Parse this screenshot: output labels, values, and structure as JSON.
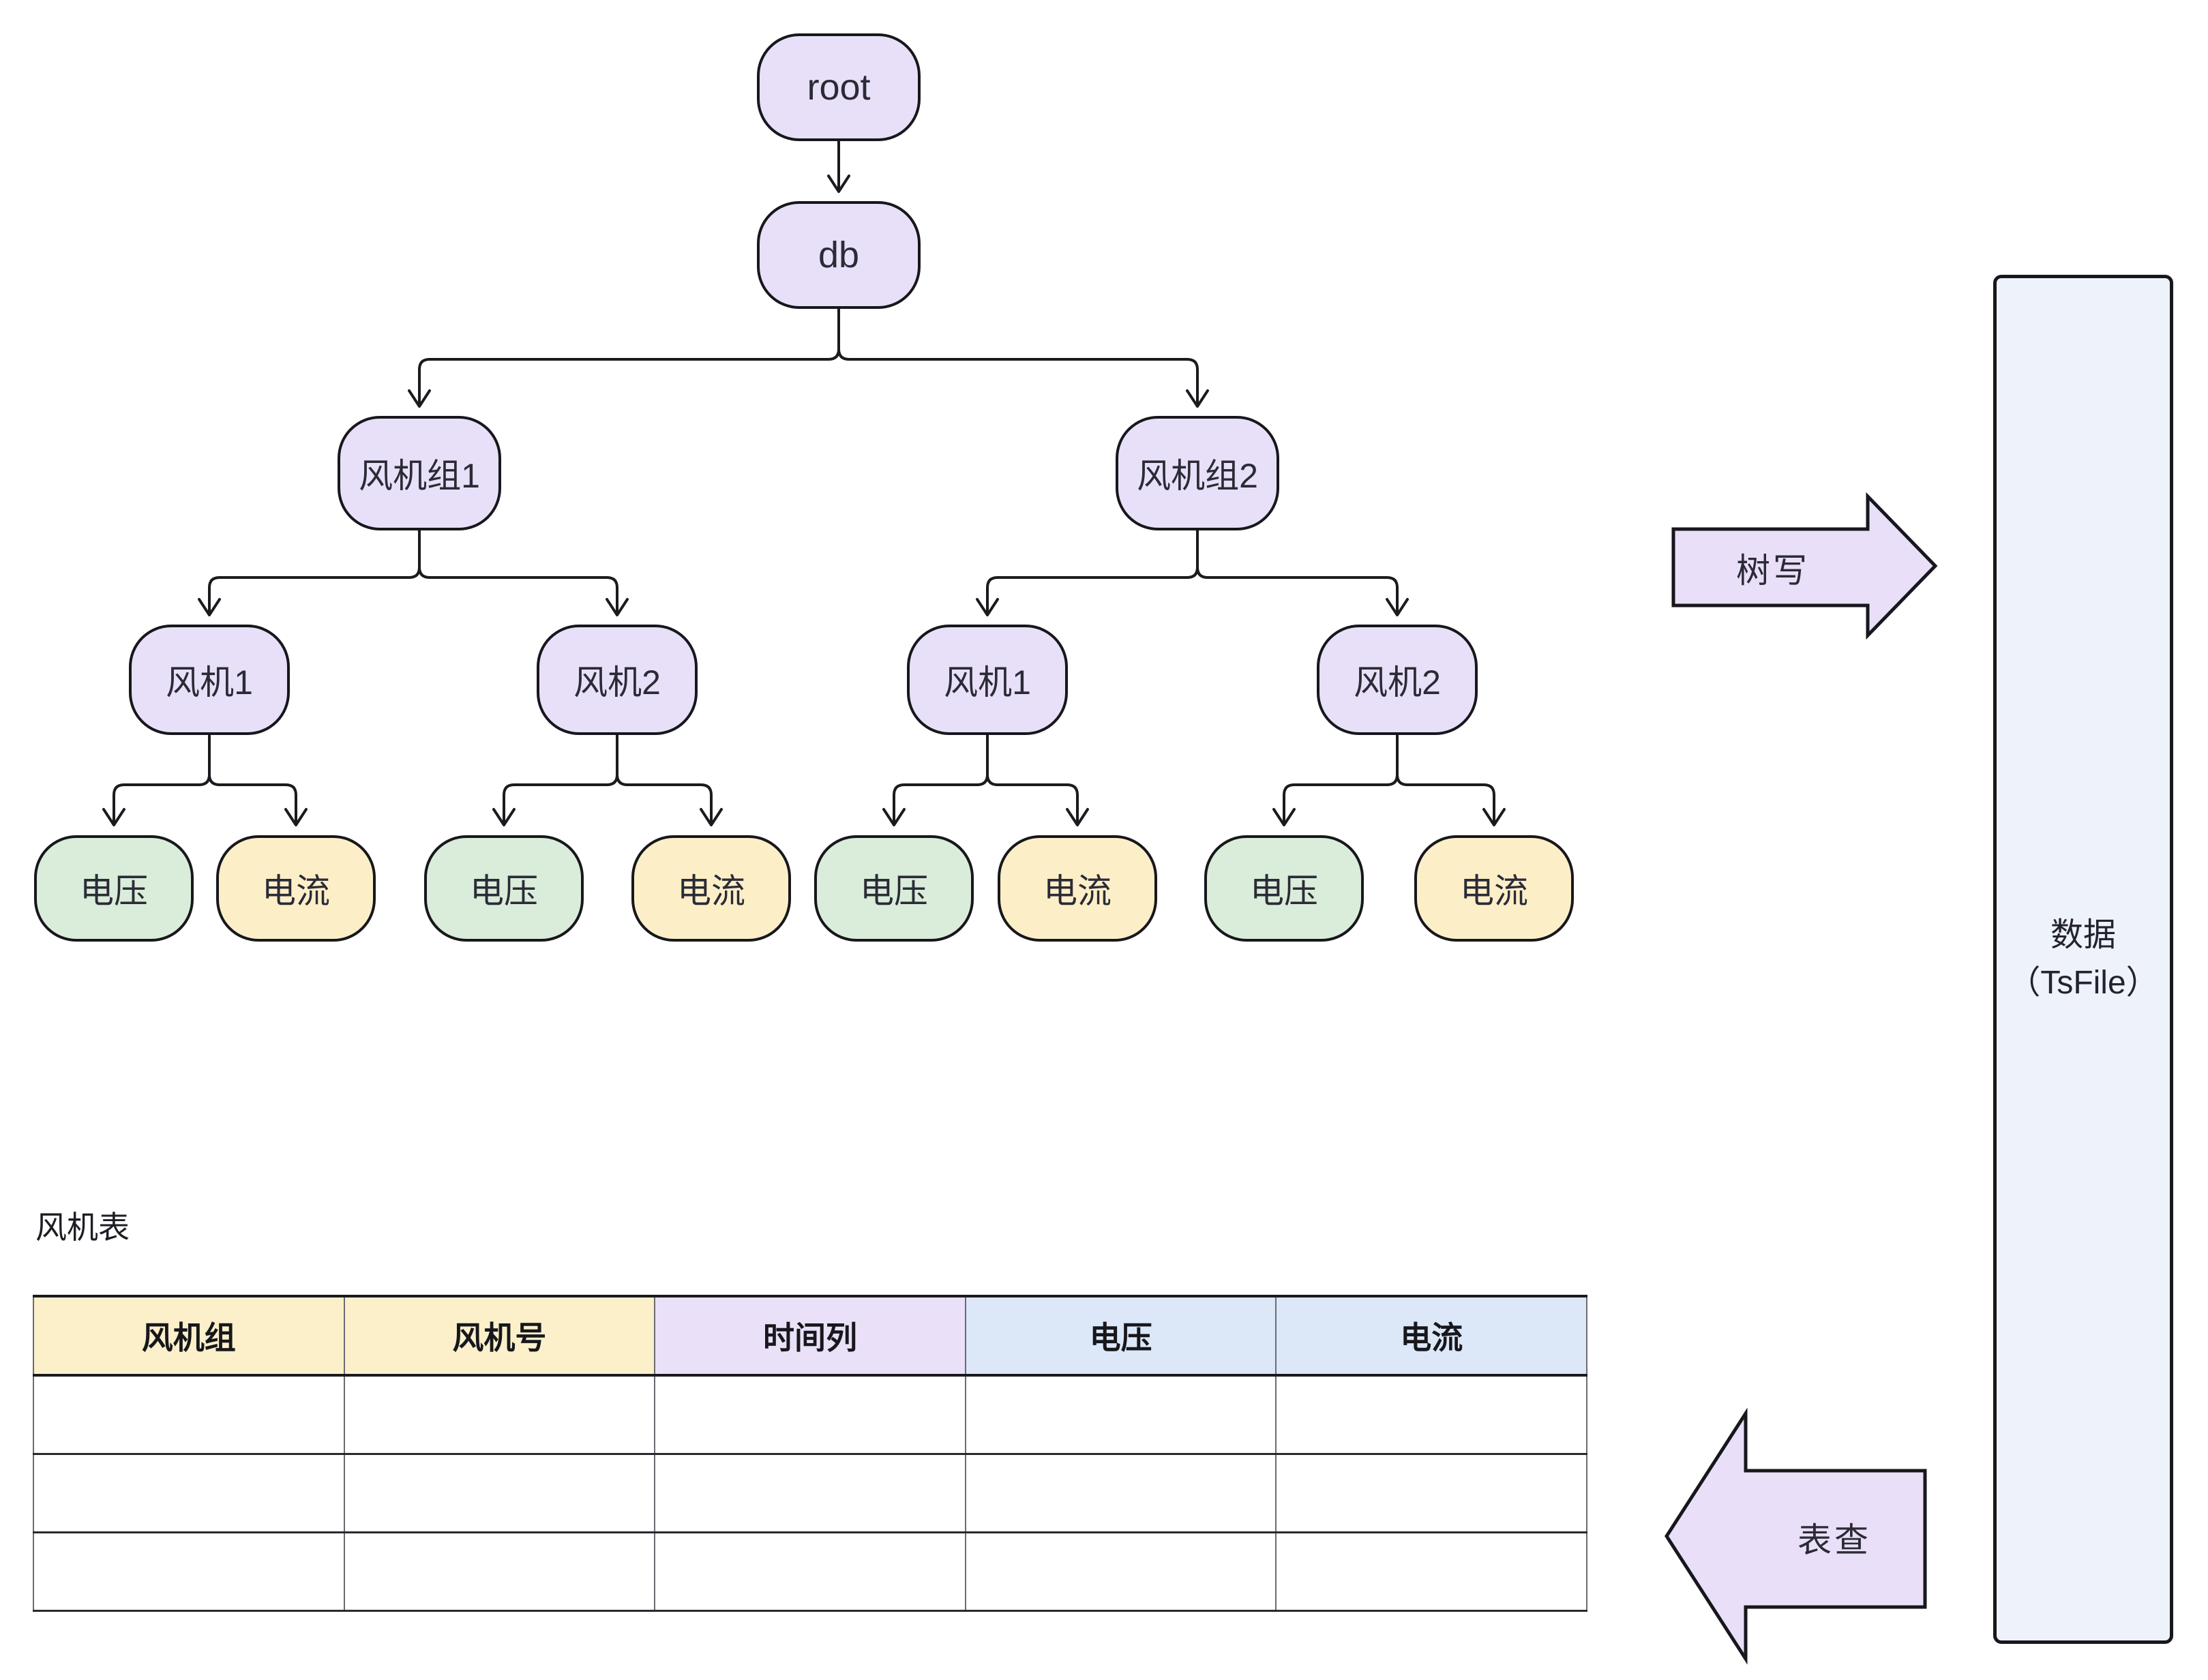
{
  "tree": {
    "root": {
      "label": "root"
    },
    "db": {
      "label": "db"
    },
    "groups": [
      {
        "label": "风机组1"
      },
      {
        "label": "风机组2"
      }
    ],
    "fans": [
      {
        "label": "风机1"
      },
      {
        "label": "风机2"
      },
      {
        "label": "风机1"
      },
      {
        "label": "风机2"
      }
    ],
    "leaves": [
      {
        "label": "电压",
        "type": "voltage"
      },
      {
        "label": "电流",
        "type": "current"
      },
      {
        "label": "电压",
        "type": "voltage"
      },
      {
        "label": "电流",
        "type": "current"
      },
      {
        "label": "电压",
        "type": "voltage"
      },
      {
        "label": "电流",
        "type": "current"
      },
      {
        "label": "电压",
        "type": "voltage"
      },
      {
        "label": "电流",
        "type": "current"
      }
    ]
  },
  "flows": {
    "tree_write": {
      "label": "树写",
      "direction": "right"
    },
    "table_query": {
      "label": "表查",
      "direction": "left"
    }
  },
  "storage": {
    "line1": "数据",
    "line2": "（TsFile）"
  },
  "table": {
    "title": "风机表",
    "headers": [
      "风机组",
      "风机号",
      "时间列",
      "电压",
      "电流"
    ],
    "header_colors": [
      "#fbf0ca",
      "#fbf0ca",
      "#eae0f7",
      "#dce8f8",
      "#dce8f8"
    ],
    "rows": [
      [
        "",
        "",
        "",
        "",
        ""
      ],
      [
        "",
        "",
        "",
        "",
        ""
      ],
      [
        "",
        "",
        "",
        "",
        ""
      ]
    ]
  },
  "colors": {
    "node_purple": "#e8e0f8",
    "leaf_green": "#d9edda",
    "leaf_yellow": "#fcefc8",
    "arrow_fill": "#eadff8",
    "storage_fill": "#eef2fb",
    "line": "#1b1b1f"
  }
}
